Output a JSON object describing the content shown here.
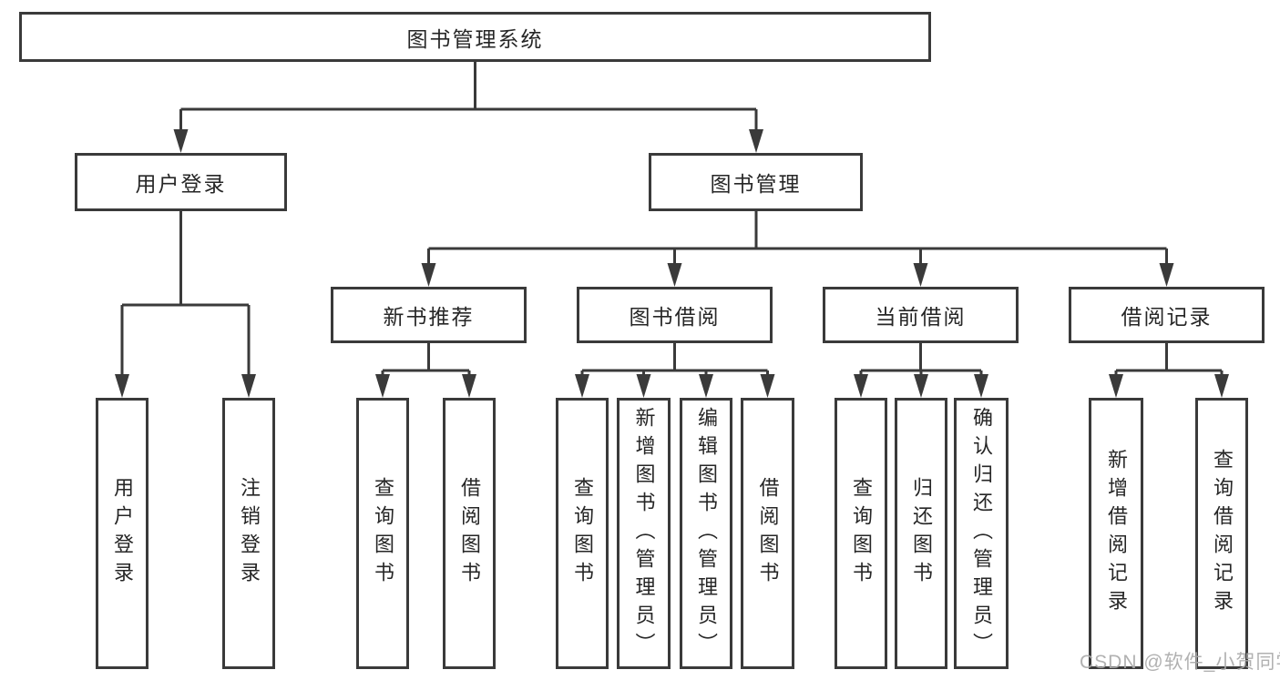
{
  "diagram": {
    "root": {
      "label": "图书管理系统"
    },
    "branches": [
      {
        "label": "用户登录",
        "children": [
          {
            "label": "用户登录"
          },
          {
            "label": "注销登录"
          }
        ]
      },
      {
        "label": "图书管理",
        "children": [
          {
            "label": "新书推荐",
            "children": [
              {
                "label": "查询图书"
              },
              {
                "label": "借阅图书"
              }
            ]
          },
          {
            "label": "图书借阅",
            "children": [
              {
                "label": "查询图书"
              },
              {
                "label": "新增图书（管理员）"
              },
              {
                "label": "编辑图书（管理员）"
              },
              {
                "label": "借阅图书"
              }
            ]
          },
          {
            "label": "当前借阅",
            "children": [
              {
                "label": "查询图书"
              },
              {
                "label": "归还图书"
              },
              {
                "label": "确认归还（管理员）"
              }
            ]
          },
          {
            "label": "借阅记录",
            "children": [
              {
                "label": "新增借阅记录"
              },
              {
                "label": "查询借阅记录"
              }
            ]
          }
        ]
      }
    ]
  },
  "watermark": {
    "text": "CSDN @软件_小贺同学"
  },
  "colors": {
    "line": "#3a3a3a",
    "box_border": "#3a3a3a",
    "text": "#262626",
    "watermark": "#ababab",
    "background": "#ffffff"
  }
}
